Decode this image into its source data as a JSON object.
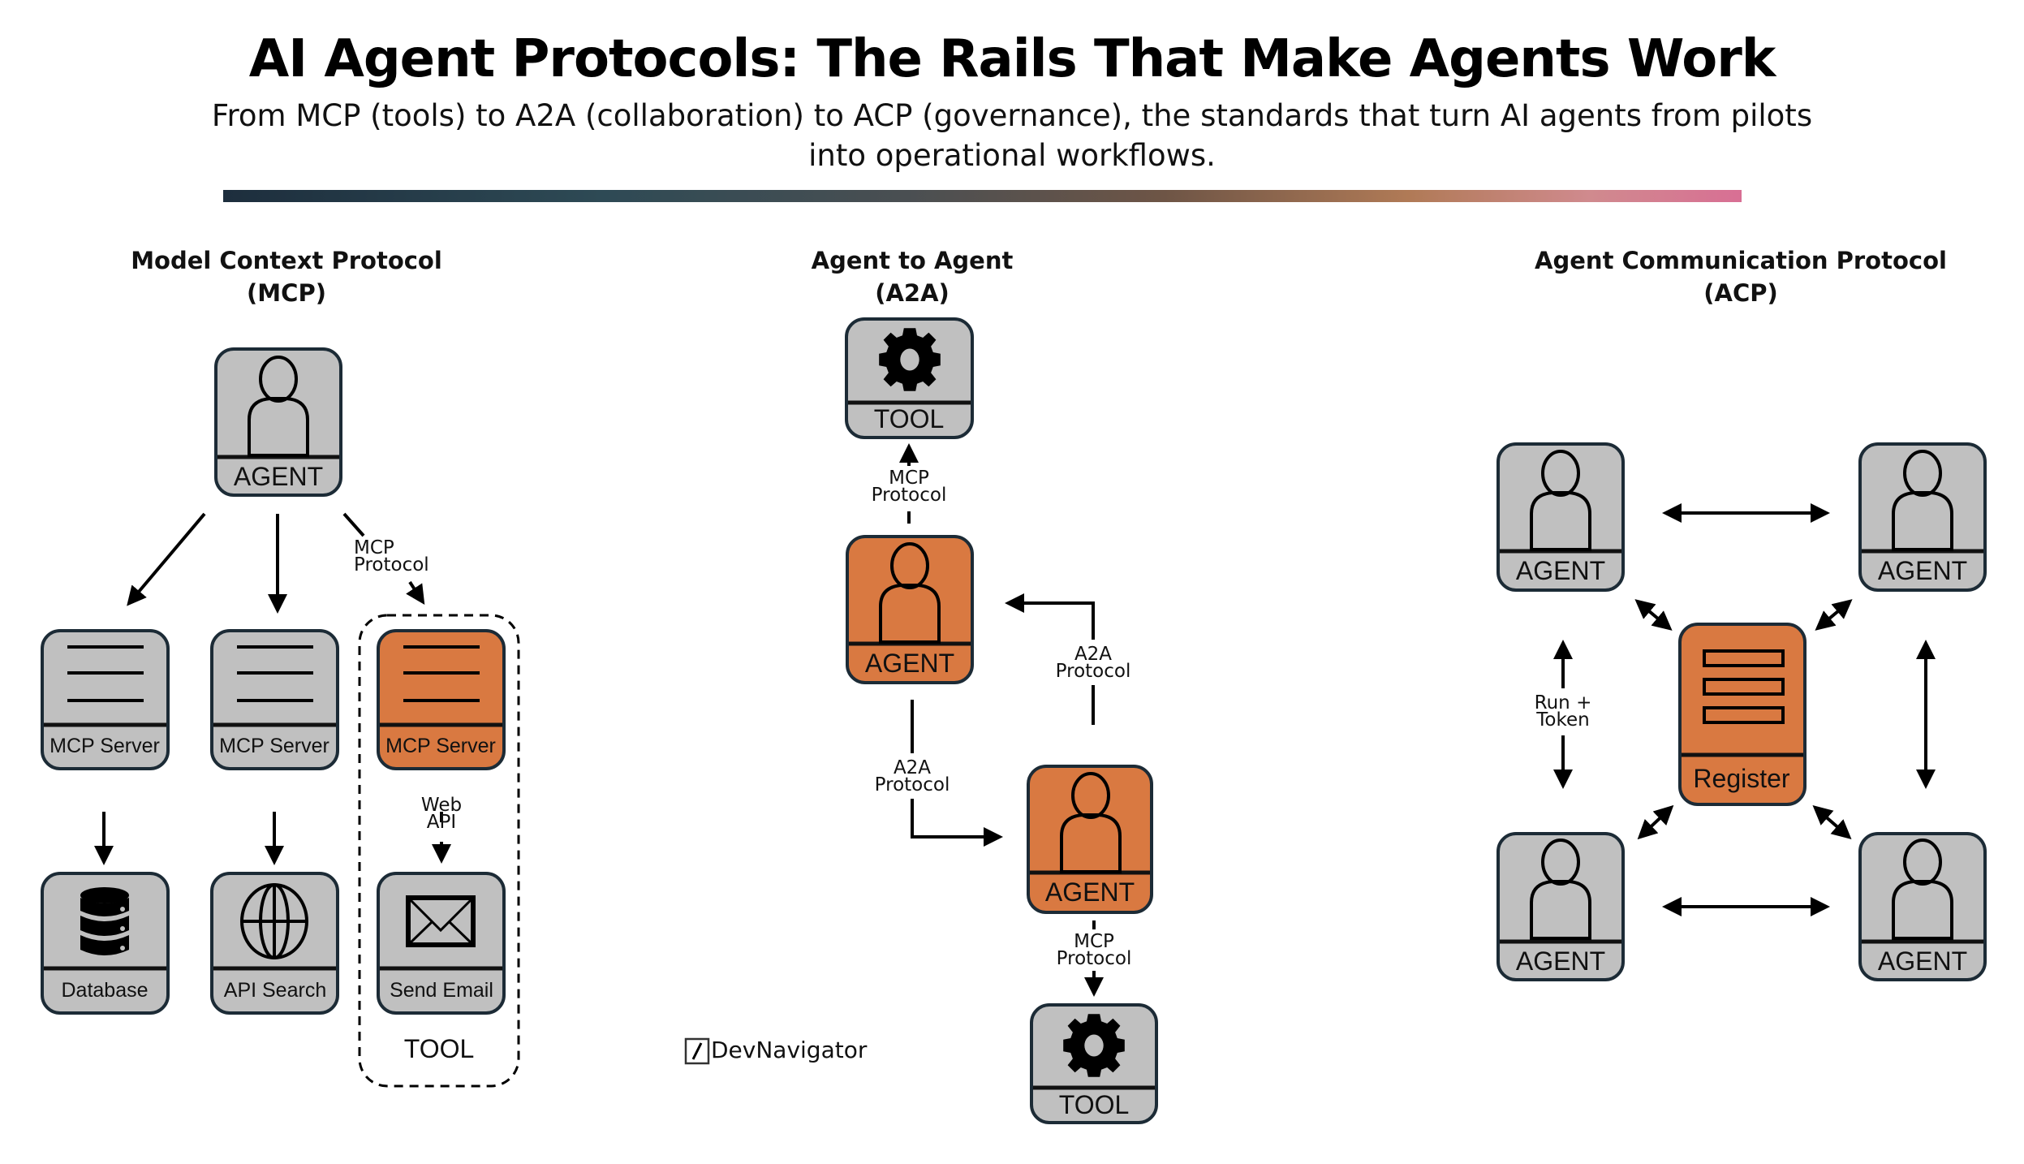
{
  "header": {
    "title": "AI Agent Protocols: The Rails That Make Agents Work",
    "subtitle_line1": "From MCP (tools) to A2A (collaboration) to ACP (governance), the standards that turn AI agents from pilots",
    "subtitle_line2": "into operational workflows."
  },
  "colors": {
    "node_gray": "#c0c0c0",
    "node_orange": "#d97941",
    "node_border": "#1c2b36"
  },
  "mcp": {
    "heading_line1": "Model Context Protocol",
    "heading_line2": "(MCP)",
    "agent_label": "AGENT",
    "edge_label_line1": "MCP",
    "edge_label_line2": "Protocol",
    "servers": [
      {
        "label": "MCP Server",
        "highlight": false
      },
      {
        "label": "MCP Server",
        "highlight": false
      },
      {
        "label": "MCP Server",
        "highlight": true
      }
    ],
    "web_api_line1": "Web",
    "web_api_line2": "API",
    "tools": [
      {
        "label": "Database",
        "icon": "database-icon"
      },
      {
        "label": "API Search",
        "icon": "globe-icon"
      },
      {
        "label": "Send Email",
        "icon": "envelope-icon"
      }
    ],
    "group_caption": "TOOL"
  },
  "a2a": {
    "heading_line1": "Agent to Agent",
    "heading_line2": "(A2A)",
    "tool_top_label": "TOOL",
    "agent1_label": "AGENT",
    "agent2_label": "AGENT",
    "tool_bottom_label": "TOOL",
    "mcp_label_line1": "MCP",
    "mcp_label_line2": "Protocol",
    "a2a_label_line1": "A2A",
    "a2a_label_line2": "Protocol"
  },
  "acp": {
    "heading_line1": "Agent Communication Protocol",
    "heading_line2": "(ACP)",
    "agents": [
      "AGENT",
      "AGENT",
      "AGENT",
      "AGENT"
    ],
    "register_label": "Register",
    "run_token_line1": "Run +",
    "run_token_line2": "Token"
  },
  "brand": {
    "name": "DevNavigator",
    "logo_icon": "slash-box-icon"
  }
}
